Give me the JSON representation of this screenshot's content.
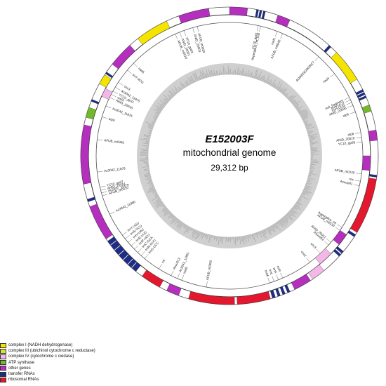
{
  "title": "E152003F",
  "subtitle": "mitochondrial genome",
  "length_label": "29,312 bp",
  "colors": {
    "complex_i": "#f4e400",
    "complex_iii": "#d6e23c",
    "complex_iv": "#f4b8e8",
    "atp": "#74b82c",
    "other": "#b42fbd",
    "trna": "#1d2c86",
    "rrna": "#e3172e",
    "gc_ring": "#cfcfcf",
    "gc_spikes": "#a8a8a8"
  },
  "legend": [
    {
      "label": "complex I (NADH dehydrogenase)",
      "color": "#f4e400"
    },
    {
      "label": "complex III (ubichinol cytochrome c reductase)",
      "color": "#d6e23c"
    },
    {
      "label": "complex IV (cytochrome c oxidase)",
      "color": "#f4b8e8"
    },
    {
      "label": "ATP synthase",
      "color": "#74b82c"
    },
    {
      "label": "other genes",
      "color": "#b42fbd"
    },
    {
      "label": "transfer RNAs",
      "color": "#1d2c86"
    },
    {
      "label": "ribosomal RNAs",
      "color": "#e3172e"
    }
  ],
  "features": [
    {
      "start": 0.0,
      "end": 7.0,
      "strand": "out",
      "cat": "other"
    },
    {
      "start": 10.5,
      "end": 11.3,
      "strand": "out",
      "cat": "trna"
    },
    {
      "start": 11.8,
      "end": 12.6,
      "strand": "out",
      "cat": "trna"
    },
    {
      "start": 13.2,
      "end": 14.0,
      "strand": "out",
      "cat": "trna"
    },
    {
      "start": 19.0,
      "end": 24.0,
      "strand": "out",
      "cat": "other"
    },
    {
      "start": 42.0,
      "end": 43.0,
      "strand": "out",
      "cat": "trna"
    },
    {
      "start": 46.0,
      "end": 59.0,
      "strand": "out",
      "cat": "complex_i"
    },
    {
      "start": 63.5,
      "end": 64.4,
      "strand": "out",
      "cat": "trna"
    },
    {
      "start": 64.8,
      "end": 65.7,
      "strand": "out",
      "cat": "trna"
    },
    {
      "start": 66.2,
      "end": 67.0,
      "strand": "out",
      "cat": "trna"
    },
    {
      "start": 70.0,
      "end": 72.5,
      "strand": "out",
      "cat": "atp"
    },
    {
      "start": 80.0,
      "end": 84.0,
      "strand": "out",
      "cat": "other"
    },
    {
      "start": 90.0,
      "end": 96.0,
      "strand": "in",
      "cat": "other"
    },
    {
      "start": 97.5,
      "end": 98.3,
      "strand": "out",
      "cat": "trna"
    },
    {
      "start": 99.0,
      "end": 121.0,
      "strand": "out",
      "cat": "rrna"
    },
    {
      "start": 122.0,
      "end": 123.0,
      "strand": "out",
      "cat": "trna"
    },
    {
      "start": 124.0,
      "end": 129.0,
      "strand": "in",
      "cat": "other"
    },
    {
      "start": 130.0,
      "end": 131.0,
      "strand": "out",
      "cat": "trna"
    },
    {
      "start": 131.5,
      "end": 132.5,
      "strand": "out",
      "cat": "trna"
    },
    {
      "start": 134.0,
      "end": 140.0,
      "strand": "in",
      "cat": "complex_iv"
    },
    {
      "start": 140.5,
      "end": 146.0,
      "strand": "out",
      "cat": "complex_iv"
    },
    {
      "start": 147.0,
      "end": 154.0,
      "strand": "out",
      "cat": "other"
    },
    {
      "start": 156.0,
      "end": 157.0,
      "strand": "out",
      "cat": "trna"
    },
    {
      "start": 158.0,
      "end": 159.0,
      "strand": "out",
      "cat": "trna"
    },
    {
      "start": 160.0,
      "end": 161.0,
      "strand": "out",
      "cat": "trna"
    },
    {
      "start": 162.0,
      "end": 163.2,
      "strand": "out",
      "cat": "trna"
    },
    {
      "start": 164.0,
      "end": 177.0,
      "strand": "out",
      "cat": "rrna"
    },
    {
      "start": 178.0,
      "end": 196.0,
      "strand": "out",
      "cat": "rrna"
    },
    {
      "start": 200.0,
      "end": 205.0,
      "strand": "out",
      "cat": "other"
    },
    {
      "start": 208.0,
      "end": 216.0,
      "strand": "out",
      "cat": "rrna"
    },
    {
      "start": 219.0,
      "end": 221.0,
      "strand": "out",
      "cat": "trna"
    },
    {
      "start": 221.3,
      "end": 223.0,
      "strand": "out",
      "cat": "trna"
    },
    {
      "start": 223.3,
      "end": 225.5,
      "strand": "out",
      "cat": "trna"
    },
    {
      "start": 225.8,
      "end": 228.0,
      "strand": "out",
      "cat": "trna"
    },
    {
      "start": 228.3,
      "end": 230.5,
      "strand": "out",
      "cat": "trna"
    },
    {
      "start": 230.8,
      "end": 233.0,
      "strand": "out",
      "cat": "trna"
    },
    {
      "start": 233.3,
      "end": 235.0,
      "strand": "out",
      "cat": "trna"
    },
    {
      "start": 236.0,
      "end": 250.0,
      "strand": "out",
      "cat": "other"
    },
    {
      "start": 252.0,
      "end": 253.0,
      "strand": "out",
      "cat": "trna"
    },
    {
      "start": 259.0,
      "end": 282.0,
      "strand": "out",
      "cat": "other"
    },
    {
      "start": 285.0,
      "end": 289.0,
      "strand": "out",
      "cat": "atp"
    },
    {
      "start": 291.5,
      "end": 292.3,
      "strand": "out",
      "cat": "trna"
    },
    {
      "start": 295.0,
      "end": 298.5,
      "strand": "in",
      "cat": "complex_iv"
    },
    {
      "start": 299.0,
      "end": 303.0,
      "strand": "out",
      "cat": "complex_i"
    },
    {
      "start": 303.5,
      "end": 304.3,
      "strand": "out",
      "cat": "trna"
    },
    {
      "start": 308.0,
      "end": 318.0,
      "strand": "out",
      "cat": "other"
    },
    {
      "start": 322.0,
      "end": 335.0,
      "strand": "out",
      "cat": "complex_i"
    },
    {
      "start": 340.0,
      "end": 352.0,
      "strand": "out",
      "cat": "other"
    }
  ],
  "labels": [
    {
      "text": "YC10_gp01",
      "angle": 12.5
    },
    {
      "text": "Aspergillus_mt_cob",
      "angle": 13.5
    },
    {
      "text": "nad1",
      "angle": 21
    },
    {
      "text": "AFUB_m0040",
      "angle": 23.5
    },
    {
      "text": "AO090023000027",
      "angle": 42
    },
    {
      "text": "nad4",
      "angle": 52
    },
    {
      "text": "null_fragment",
      "angle": 64
    },
    {
      "text": "trnH-UCU",
      "angle": 65.2
    },
    {
      "text": "trnH-GUG",
      "angle": 66.4
    },
    {
      "text": "ANID_20006",
      "angle": 67.8
    },
    {
      "text": "atp6",
      "angle": 70.8
    },
    {
      "text": "atp8",
      "angle": 80
    },
    {
      "text": "ANID_20010",
      "angle": 82
    },
    {
      "text": "YC10_gp08",
      "angle": 84
    },
    {
      "text": "AFUB_m0120",
      "angle": 97.8
    },
    {
      "text": "rns",
      "angle": 101
    },
    {
      "text": "Asuu041",
      "angle": 103
    },
    {
      "text": "Aspergillus_mt",
      "angle": 122.5
    },
    {
      "text": "AFUB_m0130",
      "angle": 124
    },
    {
      "text": "ANID_20012",
      "angle": 130.5
    },
    {
      "text": "Asuu054",
      "angle": 132
    },
    {
      "text": "cox3",
      "angle": 137
    },
    {
      "text": "cox2",
      "angle": 143
    },
    {
      "text": "trnR",
      "angle": 156.5
    },
    {
      "text": "trnK",
      "angle": 158.5
    },
    {
      "text": "trnL",
      "angle": 160.5
    },
    {
      "text": "trnM",
      "angle": 162.5
    },
    {
      "text": "AFUB_m0350",
      "angle": 190
    },
    {
      "text": "nad5",
      "angle": 201
    },
    {
      "text": "Ac3042_11881",
      "angle": 203
    },
    {
      "text": "Asuu013",
      "angle": 206
    },
    {
      "text": "rnl",
      "angle": 212
    },
    {
      "text": "trnG-UCC",
      "angle": 219.5
    },
    {
      "text": "trnN-GUU",
      "angle": 221.5
    },
    {
      "text": "trnC-GCA",
      "angle": 223.5
    },
    {
      "text": "trnR-UCU",
      "angle": 225.5
    },
    {
      "text": "trnE-UUC",
      "angle": 227.5
    },
    {
      "text": "trnV-UAC",
      "angle": 229.5
    },
    {
      "text": "trnS-GCU",
      "angle": 231.5
    },
    {
      "text": "trnT-UGU",
      "angle": 233.5
    },
    {
      "text": "Ac3042_11880",
      "angle": 244
    },
    {
      "text": "AFUB_m0410",
      "angle": 252.5
    },
    {
      "text": "Ac3042_11879",
      "angle": 253.8
    },
    {
      "text": "ANID_20014",
      "angle": 255
    },
    {
      "text": "YC10_gp07",
      "angle": 256.3
    },
    {
      "text": "Ac3042_11878",
      "angle": 263
    },
    {
      "text": "AFUB_m0440",
      "angle": 277
    },
    {
      "text": "atp9",
      "angle": 287
    },
    {
      "text": "Ac3042_11876",
      "angle": 292
    },
    {
      "text": "ANID_20016",
      "angle": 296
    },
    {
      "text": "nad3",
      "angle": 297.5
    },
    {
      "text": "YC10_gp11",
      "angle": 299
    },
    {
      "text": "Ac3042_11875",
      "angle": 301
    },
    {
      "text": "cox3",
      "angle": 303.5
    },
    {
      "text": "trnT-ACG",
      "angle": 310
    },
    {
      "text": "nad6",
      "angle": 314
    },
    {
      "text": "AFUB_m0010",
      "angle": 336
    },
    {
      "text": "ANID_20001",
      "angle": 338
    },
    {
      "text": "YC10_gp03",
      "angle": 340
    },
    {
      "text": "ANID_20003",
      "angle": 344
    },
    {
      "text": "AFUB_m0020",
      "angle": 346
    }
  ]
}
